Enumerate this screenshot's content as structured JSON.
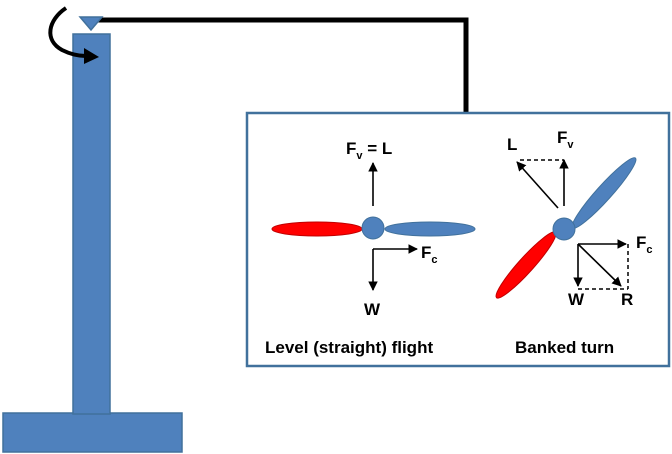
{
  "colors": {
    "structure": "#4f81bd",
    "structure_edge": "#41719c",
    "wing_red": "#ff0000",
    "wing_red_edge": "#c00000",
    "line": "#000000",
    "panel_border": "#41719c",
    "panel_fill": "#ffffff"
  },
  "icons": {
    "rotation": "curved-arrow-icon",
    "pivot": "triangle-pivot-icon"
  },
  "level": {
    "caption": "Level (straight) flight",
    "lift": {
      "main": "F",
      "sub": "v",
      "suffix": " = L"
    },
    "centripetal": {
      "main": "F",
      "sub": "c"
    },
    "weight": "W"
  },
  "banked": {
    "caption": "Banked turn",
    "lift": "L",
    "vertical": {
      "main": "F",
      "sub": "v"
    },
    "centripetal": {
      "main": "F",
      "sub": "c"
    },
    "weight": "W",
    "resultant": "R"
  }
}
